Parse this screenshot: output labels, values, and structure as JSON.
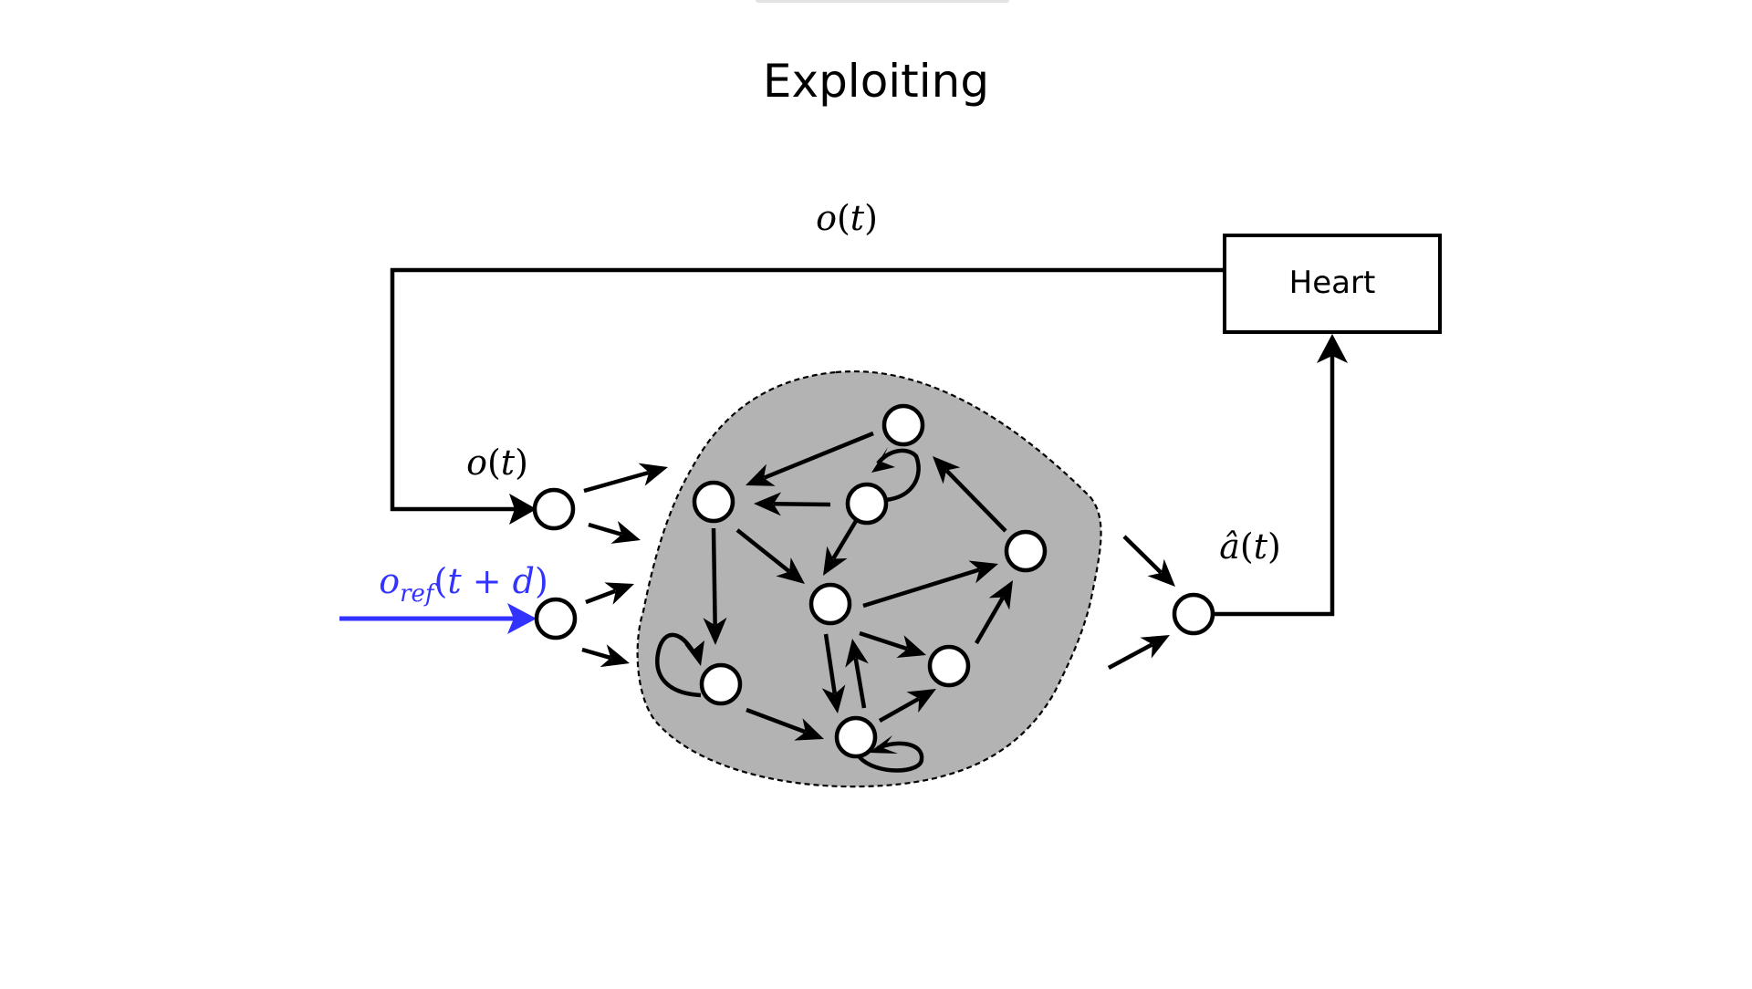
{
  "title": "Exploiting",
  "heart_box": {
    "label": "Heart"
  },
  "labels": {
    "feedback_top": {
      "var": "o",
      "open": "(",
      "arg": "t",
      "close": ")"
    },
    "input_obs": {
      "var": "o",
      "open": "(",
      "arg": "t",
      "close": ")"
    },
    "reference": {
      "var": "o",
      "sub": "ref",
      "open": "(",
      "arg": "t + d",
      "close": ")"
    },
    "output_action": {
      "var": "â",
      "open": "(",
      "arg": "t",
      "close": ")"
    }
  },
  "colors": {
    "stroke": "#000000",
    "reservoir_fill": "#b3b3b3",
    "reference": "#3333ff",
    "node_fill": "#ffffff"
  }
}
